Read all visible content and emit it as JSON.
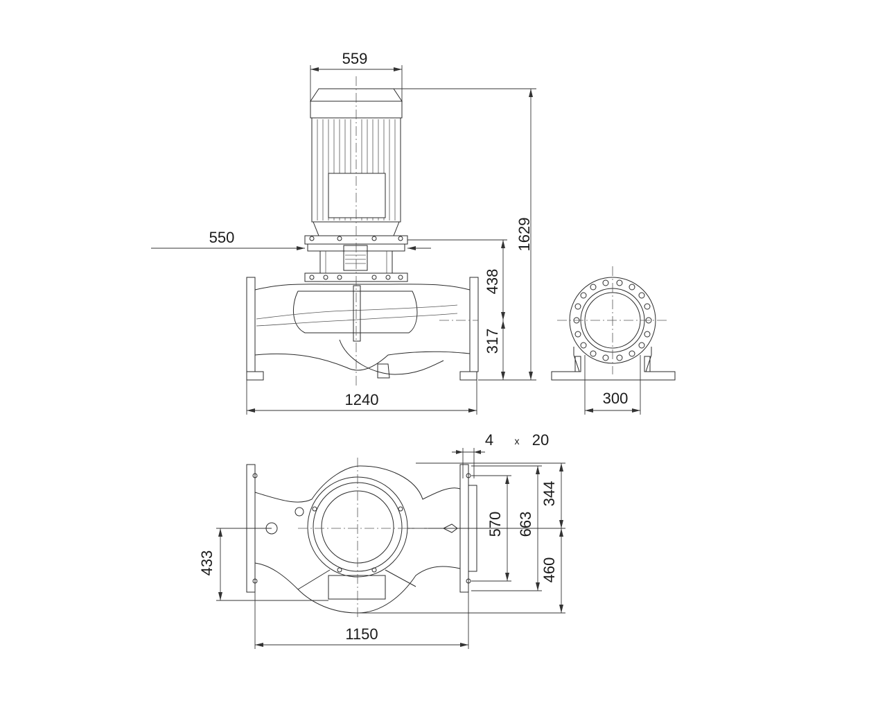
{
  "dimensions": {
    "motor_width": "559",
    "total_height": "1629",
    "motor_offset": "550",
    "upper_height": "438",
    "shaft_height": "317",
    "front_length": "1240",
    "side_width": "300",
    "holes_count": "4",
    "holes_x": "x",
    "holes_diameter": "20",
    "plan_length": "1150",
    "plan_offset": "433",
    "bolt_span_inner": "570",
    "bolt_span_outer": "663",
    "upper_depth": "344",
    "lower_depth": "460"
  }
}
